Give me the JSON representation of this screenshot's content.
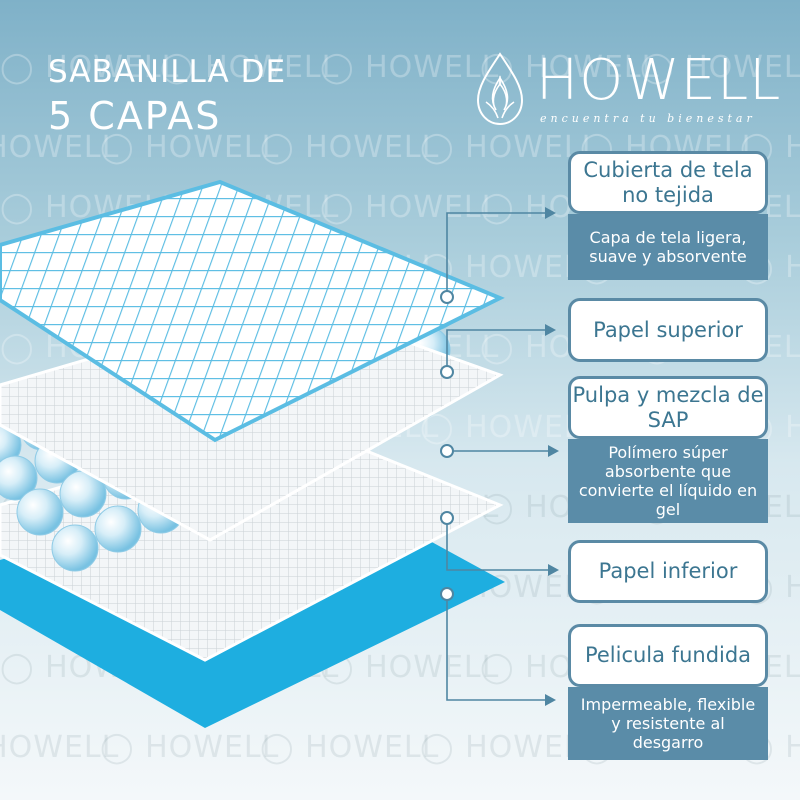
{
  "title": {
    "line1": "SABANILLA DE",
    "line2": "5 CAPAS"
  },
  "brand": {
    "name": "HOWELL",
    "tagline": "encuentra tu bienestar"
  },
  "watermark_text": "HOWELL",
  "layers": [
    {
      "title": "Cubierta de tela no tejida",
      "description": "Capa de tela ligera, suave y absorvente"
    },
    {
      "title": "Papel superior",
      "description": ""
    },
    {
      "title": "Pulpa y mezcla de SAP",
      "description": "Polímero súper absorbente que convierte el líquido en gel"
    },
    {
      "title": "Papel inferior",
      "description": ""
    },
    {
      "title": "Pelicula fundida",
      "description": "Impermeable, flexible y resistente al desgarro"
    }
  ],
  "colors": {
    "accent": "#5a8ca8",
    "border": "#5a8aa5",
    "film": "#1eaee0",
    "mesh": "#5bbde3",
    "heading_text": "#3c7691"
  },
  "icons": [
    "water-drop-logo-icon",
    "arrow-icon",
    "connector-dot-icon"
  ]
}
